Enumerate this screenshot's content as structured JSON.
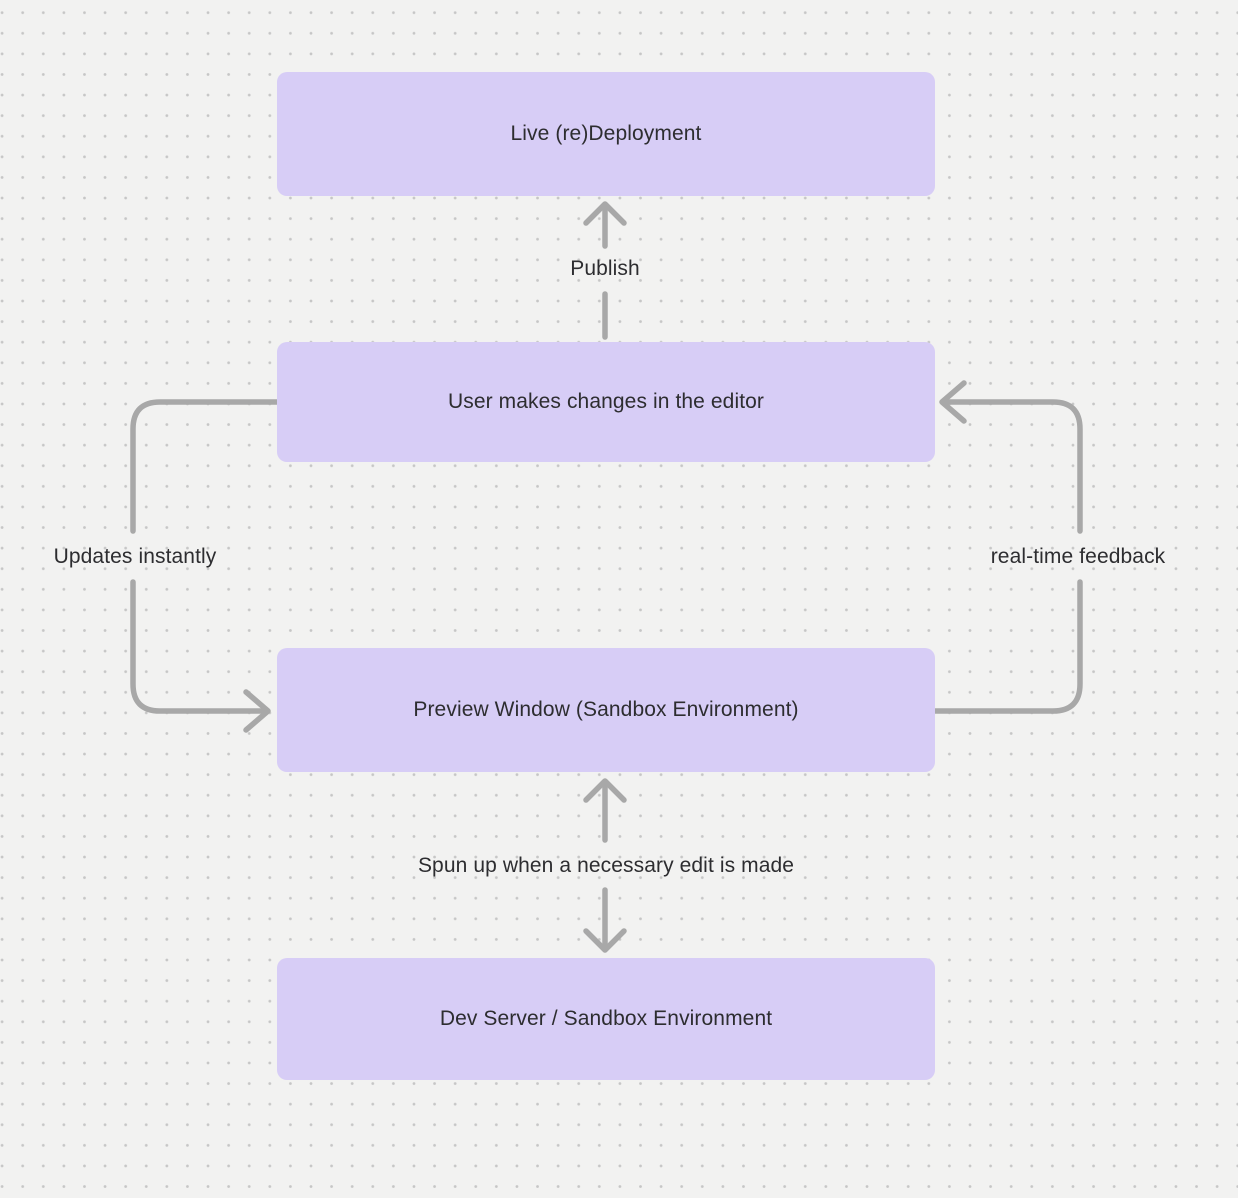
{
  "diagram": {
    "nodes": [
      {
        "id": "live-redeployment",
        "label": "Live (re)Deployment"
      },
      {
        "id": "user-changes",
        "label": "User makes changes in the editor"
      },
      {
        "id": "preview-window",
        "label": "Preview Window (Sandbox Environment)"
      },
      {
        "id": "dev-server",
        "label": "Dev Server / Sandbox Environment"
      }
    ],
    "edges": [
      {
        "id": "publish",
        "label": "Publish",
        "from": "user-changes",
        "to": "live-redeployment",
        "direction": "up"
      },
      {
        "id": "updates-instantly",
        "label": "Updates instantly",
        "from": "user-changes",
        "to": "preview-window",
        "direction": "down-left-loop"
      },
      {
        "id": "real-time-feedback",
        "label": "real-time feedback",
        "from": "preview-window",
        "to": "user-changes",
        "direction": "up-right-loop"
      },
      {
        "id": "spun-up",
        "label": "Spun up when a necessary edit is made",
        "from": "preview-window",
        "to": "dev-server",
        "direction": "bidirectional"
      }
    ]
  },
  "colors": {
    "background": "#f2f2f1",
    "dot": "#c6c6c6",
    "node_fill": "#d7cdf6",
    "arrow": "#a8a8a8",
    "text": "#2d2d30"
  }
}
